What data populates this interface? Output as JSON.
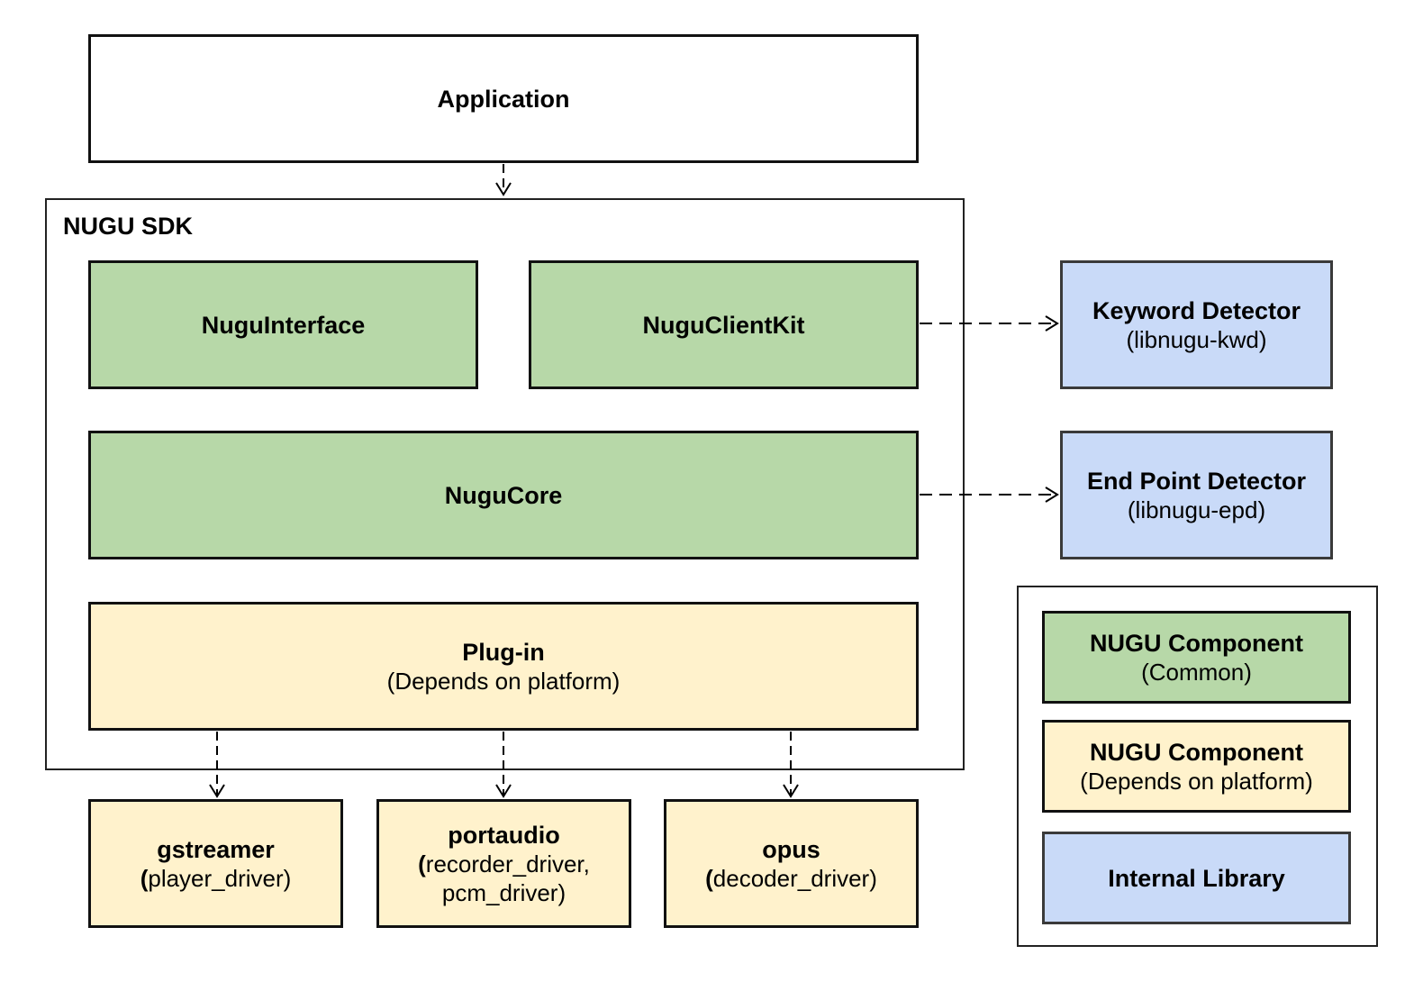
{
  "application": {
    "title": "Application"
  },
  "sdk": {
    "label": "NUGU SDK"
  },
  "nugu_interface": {
    "title": "NuguInterface"
  },
  "nugu_client_kit": {
    "title": "NuguClientKit"
  },
  "nugu_core": {
    "title": "NuguCore"
  },
  "plugin": {
    "title": "Plug-in",
    "subtitle": "(Depends on platform)"
  },
  "keyword_detector": {
    "title": "Keyword Detector",
    "subtitle": "(libnugu-kwd)"
  },
  "end_point_detector": {
    "title": "End Point Detector",
    "subtitle": "(libnugu-epd)"
  },
  "gstreamer": {
    "title": "gstreamer",
    "subtitle_prefix": "(",
    "subtitle_rest": "player_driver)"
  },
  "portaudio": {
    "title": "portaudio",
    "subtitle_prefix": "(",
    "subtitle_rest": "recorder_driver,",
    "subtitle_line2": "pcm_driver)"
  },
  "opus": {
    "title": "opus",
    "subtitle_prefix": "(",
    "subtitle_rest": "decoder_driver)"
  },
  "legend": {
    "common": {
      "title": "NUGU Component",
      "subtitle": "(Common)"
    },
    "platform": {
      "title": "NUGU Component",
      "subtitle": "(Depends on platform)"
    },
    "internal": {
      "title": "Internal Library"
    }
  },
  "colors": {
    "common": "#b7d8a8",
    "platform": "#fff2cc",
    "internal": "#c9daf8"
  }
}
